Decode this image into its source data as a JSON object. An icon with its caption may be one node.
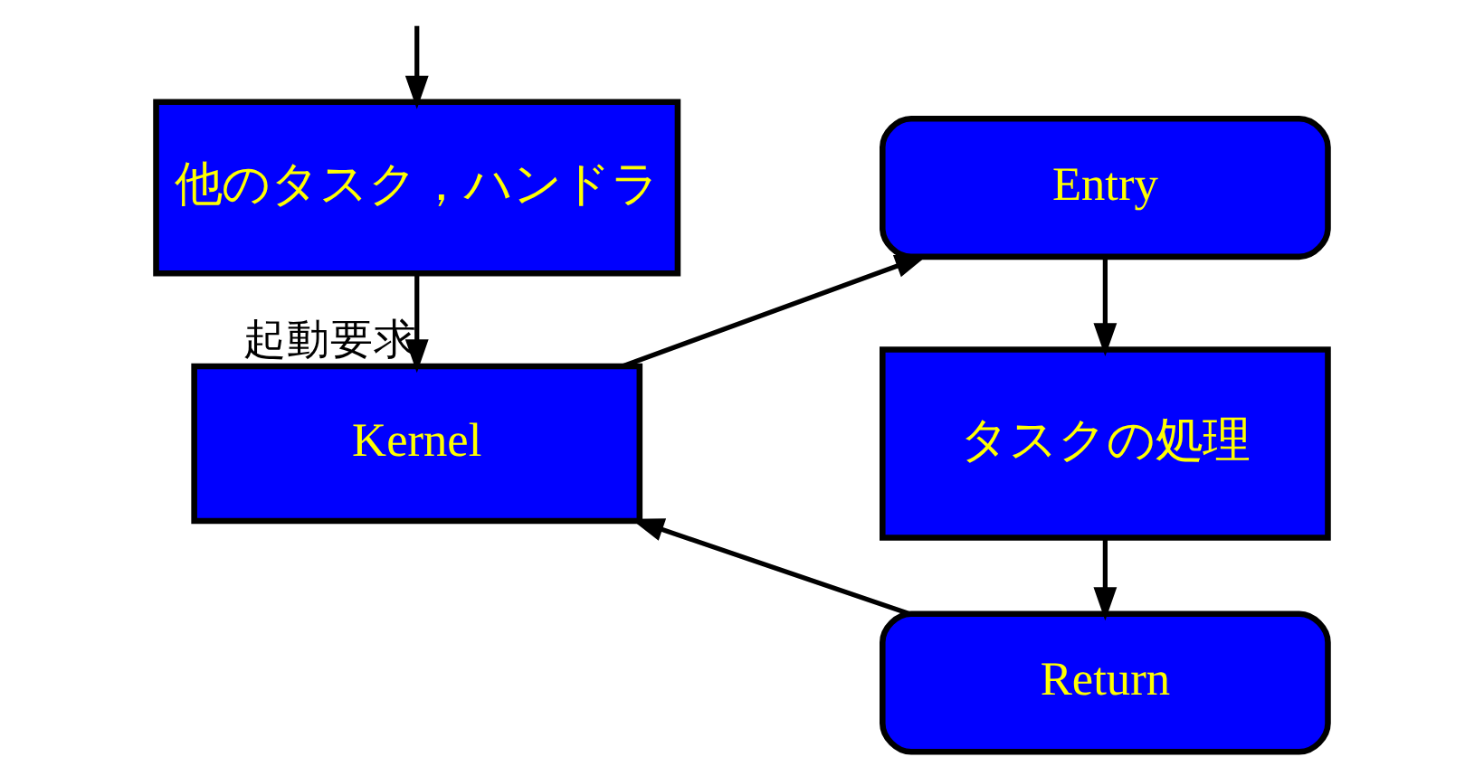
{
  "diagram": {
    "nodes": [
      {
        "text": [
          "他のタスク，ハンドラ"
        ]
      },
      {
        "text": [
          "Kernel"
        ]
      },
      {
        "text": [
          "Entry"
        ]
      },
      {
        "text": [
          "タスクの処理"
        ]
      },
      {
        "text": [
          "Return"
        ]
      }
    ],
    "edges": [
      {
        "from": null,
        "to": 0,
        "arrow": "to"
      },
      {
        "from": 0,
        "to": 1,
        "arrow": "to",
        "label": "起動要求"
      },
      {
        "from": 1,
        "to": 2,
        "arrow": "to"
      },
      {
        "from": 2,
        "to": 3,
        "arrow": "to"
      },
      {
        "from": 3,
        "to": 4,
        "arrow": "to"
      },
      {
        "from": 4,
        "to": 1,
        "arrow": "to"
      }
    ]
  }
}
